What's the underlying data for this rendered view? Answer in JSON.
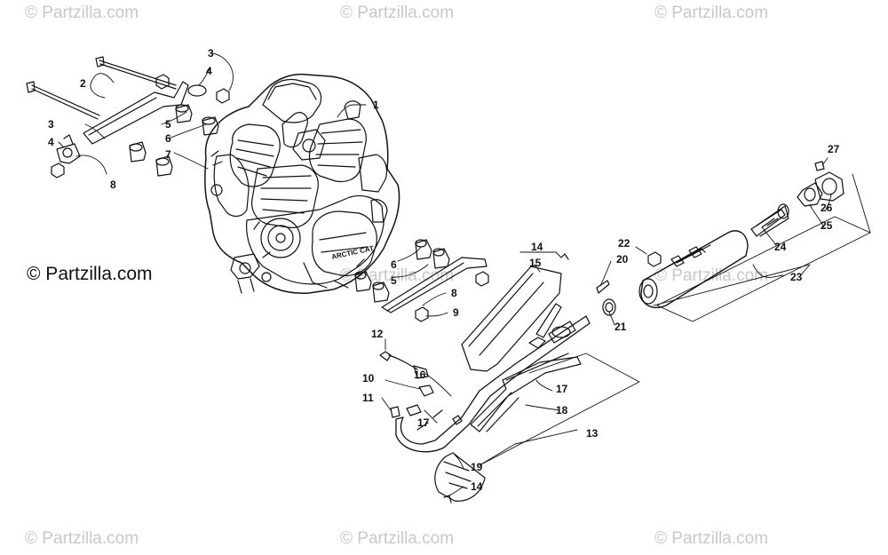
{
  "watermarks": {
    "top_left": "© Partzilla.com",
    "top_center": "© Partzilla.com",
    "top_right": "© Partzilla.com",
    "main": "© Partzilla.com",
    "mid_center": "© Partzilla.com",
    "mid_right": "© Partzilla.com",
    "bottom_left": "© Partzilla.com",
    "bottom_center": "© Partzilla.com",
    "bottom_right": "© Partzilla.com"
  },
  "engine_badge": "ARCTIC CAT",
  "callouts": {
    "c1": "1",
    "c2": "2",
    "c3a": "3",
    "c3b": "3",
    "c4a": "4",
    "c4b": "4",
    "c5a": "5",
    "c5b": "5",
    "c6a": "6",
    "c6b": "6",
    "c7": "7",
    "c8a": "8",
    "c8b": "8",
    "c9": "9",
    "c10": "10",
    "c11": "11",
    "c12": "12",
    "c13": "13",
    "c14a": "14",
    "c14b": "14",
    "c15": "15",
    "c16": "16",
    "c17a": "17",
    "c17b": "17",
    "c18": "18",
    "c19": "19",
    "c20": "20",
    "c21": "21",
    "c22": "22",
    "c23": "23",
    "c24": "24",
    "c25": "25",
    "c26": "26",
    "c27": "27"
  }
}
